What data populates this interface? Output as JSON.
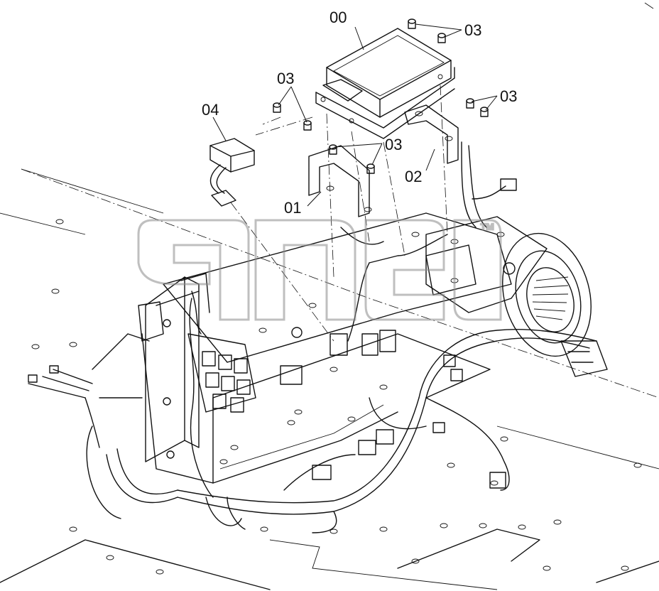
{
  "diagram": {
    "labels": {
      "part_00": "00",
      "part_01": "01",
      "part_02": "02",
      "part_03_a": "03",
      "part_03_b": "03",
      "part_03_c": "03",
      "part_03_d": "03",
      "part_04": "04"
    },
    "watermark": {
      "mark": "™"
    }
  }
}
